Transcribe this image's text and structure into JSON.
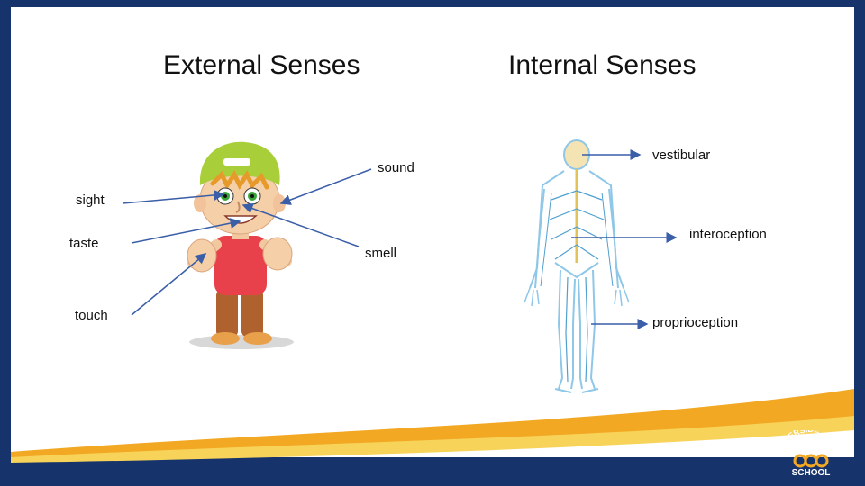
{
  "headings": {
    "external": "External Senses",
    "internal": "Internal Senses"
  },
  "external_labels": {
    "sound": "sound",
    "sight": "sight",
    "taste": "taste",
    "smell": "smell",
    "touch": "touch"
  },
  "internal_labels": {
    "vestibular": "vestibular",
    "interoception": "interoception",
    "proprioception": "proprioception"
  },
  "logo": {
    "top": "RIVERSIDE",
    "bottom": "SCHOOL"
  },
  "colors": {
    "background": "#16336b",
    "arrow": "#3a5ea8",
    "swoosh": "#f2a823",
    "nerve": "#8fc7e8",
    "nerve_dark": "#4f9fcf"
  }
}
